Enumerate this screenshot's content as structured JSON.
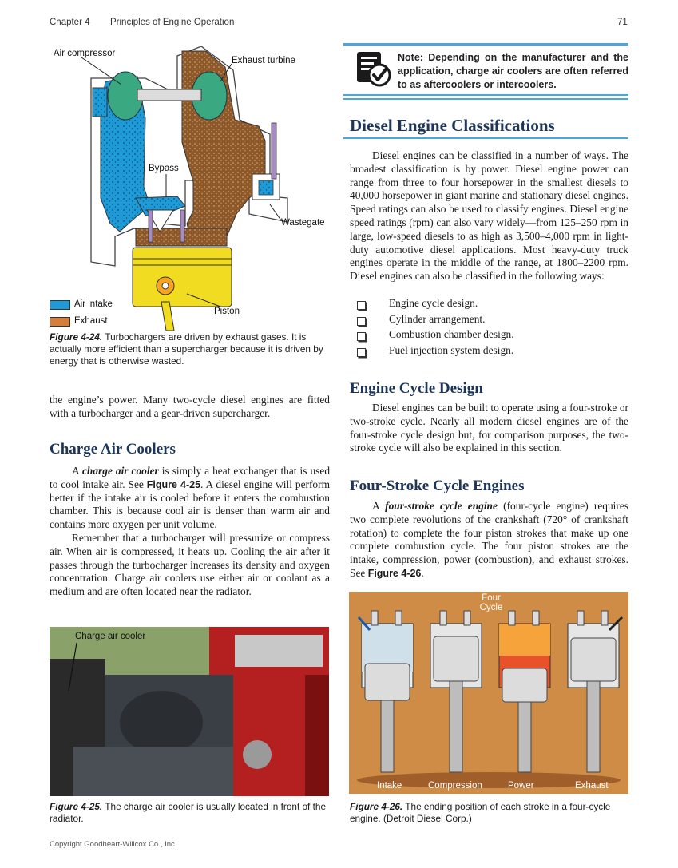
{
  "header": {
    "chapter": "Chapter 4",
    "title": "Principles of Engine Operation",
    "page_number": "71"
  },
  "figure_24": {
    "labels": {
      "air_compressor": "Air compressor",
      "exhaust_turbine": "Exhaust turbine",
      "bypass": "Bypass",
      "wastegate": "Wastegate",
      "piston": "Piston"
    },
    "legend": {
      "air_intake": "Air intake",
      "exhaust": "Exhaust"
    },
    "caption_label": "Figure 4-24.",
    "caption_text": "Turbochargers are driven by exhaust gases. It is actually more efficient than a supercharger because it is driven by energy that is otherwise wasted."
  },
  "note": {
    "text": "Note: Depending on the manufacturer and the application, charge air coolers are often referred to as aftercoolers or intercoolers."
  },
  "left_column": {
    "continuation": "the engine’s power. Many two-cycle diesel engines are fitted with a turbocharger and a gear-driven supercharger.",
    "charge_air_heading": "Charge Air Coolers",
    "p1_a": "A ",
    "p1_term": "charge air cooler",
    "p1_b": " is simply a heat exchanger that is used to cool intake air. See ",
    "p1_ref": "Figure 4-25",
    "p1_c": ". A diesel engine will perform better if the intake air is cooled before it enters the combustion chamber. This is because cool air is denser than warm air and contains more oxygen per unit volume.",
    "p2": "Remember that a turbocharger will pressurize or compress air. When air is compressed, it heats up. Cooling the air after it passes through the turbocharger increases its density and oxygen concentration. Charge air coolers use either air or coolant as a medium and are often located near the radiator."
  },
  "figure_25": {
    "photo_label": "Charge air cooler",
    "caption_label": "Figure 4-25.",
    "caption_text": "The charge air cooler is usually located in front of the radiator."
  },
  "right_column": {
    "classifications_heading": "Diesel Engine Classifications",
    "classifications_para": "Diesel engines can be classified in a number of ways. The broadest classification is by power. Diesel engine power can range from three to four horsepower in the smallest diesels to 40,000 horsepower in giant marine and stationary diesel engines. Speed ratings can also be used to classify engines. Diesel engine speed ratings (rpm) can also vary widely—from 125–250 rpm in large, low-speed diesels to as high as 3,500–4,000 rpm in light-duty automotive diesel applications. Most heavy-duty truck engines operate in the middle of the range, at 1800–2200 rpm. Diesel engines can also be classified in the following ways:",
    "list": [
      "Engine cycle design.",
      "Cylinder arrangement.",
      "Combustion chamber design.",
      "Fuel injection system design."
    ],
    "engine_cycle_heading": "Engine Cycle Design",
    "engine_cycle_para": "Diesel engines can be built to operate using a four-stroke or two-stroke cycle. Nearly all modern diesel engines are of the four-stroke cycle design but, for comparison purposes, the two-stroke cycle will also be explained in this section.",
    "four_stroke_heading": "Four-Stroke Cycle Engines",
    "fs_a": "A ",
    "fs_term": "four-stroke cycle engine",
    "fs_b": " (four-cycle engine) requires two complete revolutions of the crankshaft (720° of crankshaft rotation) to complete the four piston strokes that make up one complete combustion cycle. The four piston strokes are the intake, compression, power (combustion), and exhaust strokes. See ",
    "fs_ref": "Figure 4-26",
    "fs_c": "."
  },
  "figure_26": {
    "title_line1": "Four",
    "title_line2": "Cycle",
    "strokes": [
      "Intake",
      "Compression",
      "Power",
      "Exhaust"
    ],
    "caption_label": "Figure 4-26.",
    "caption_text": "The ending position of each stroke in a four-cycle engine. (Detroit Diesel Corp.)"
  },
  "footer": {
    "copyright": "Copyright Goodheart-Willcox Co., Inc."
  },
  "colors": {
    "air_blue": "#1e9ad6",
    "exhaust_brown": "#8a5a2e",
    "heading_navy": "#1c3558",
    "rule_blue": "#46a8dc"
  }
}
